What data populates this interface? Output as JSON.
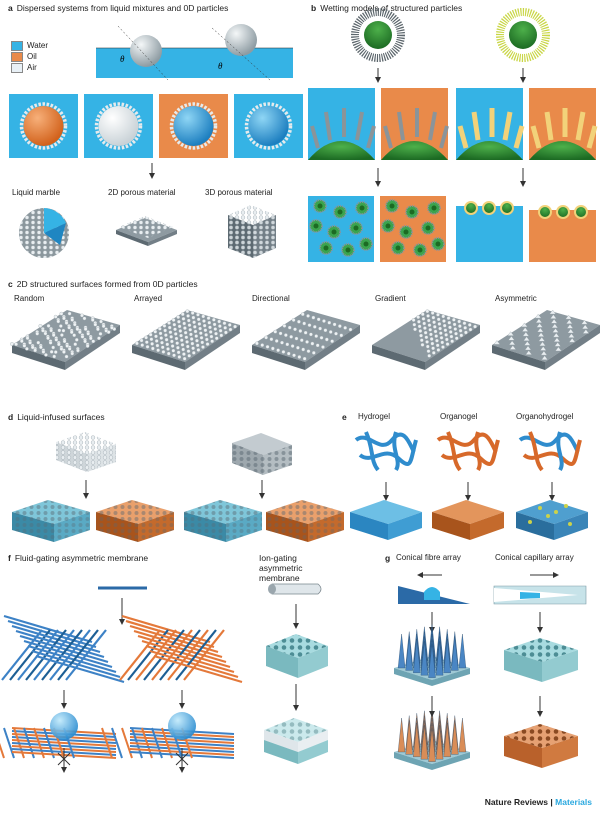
{
  "panel_a": {
    "letter": "a",
    "title": "Dispersed systems from liquid mixtures and 0D particles",
    "legend": [
      {
        "label": "Water",
        "color": "#35b3e5"
      },
      {
        "label": "Oil",
        "color": "#e98a4a"
      },
      {
        "label": "Air",
        "color": "#e8f0f6"
      }
    ],
    "theta": "θ",
    "captions": [
      "Liquid marble",
      "2D porous material",
      "3D porous material"
    ]
  },
  "panel_b": {
    "letter": "b",
    "title": "Wetting models of structured particles"
  },
  "panel_c": {
    "letter": "c",
    "title": "2D structured surfaces formed from 0D particles",
    "captions": [
      "Random",
      "Arrayed",
      "Directional",
      "Gradient",
      "Asymmetric"
    ]
  },
  "panel_d": {
    "letter": "d",
    "title": "Liquid-infused surfaces"
  },
  "panel_e": {
    "letter": "e",
    "captions": [
      "Hydrogel",
      "Organogel",
      "Organohydrogel"
    ]
  },
  "panel_f": {
    "letter": "f",
    "title": "Fluid-gating asymmetric membrane",
    "title2": "Ion-gating asymmetric membrane"
  },
  "panel_g": {
    "letter": "g",
    "captions": [
      "Conical fibre array",
      "Conical capillary array"
    ]
  },
  "footer": {
    "journal": "Nature Reviews",
    "section": "Materials",
    "sep": "|"
  },
  "colors": {
    "water": "#35b3e5",
    "oil": "#e98a4a",
    "air": "#e8f0f6",
    "substrate": "#6d7b87"
  }
}
